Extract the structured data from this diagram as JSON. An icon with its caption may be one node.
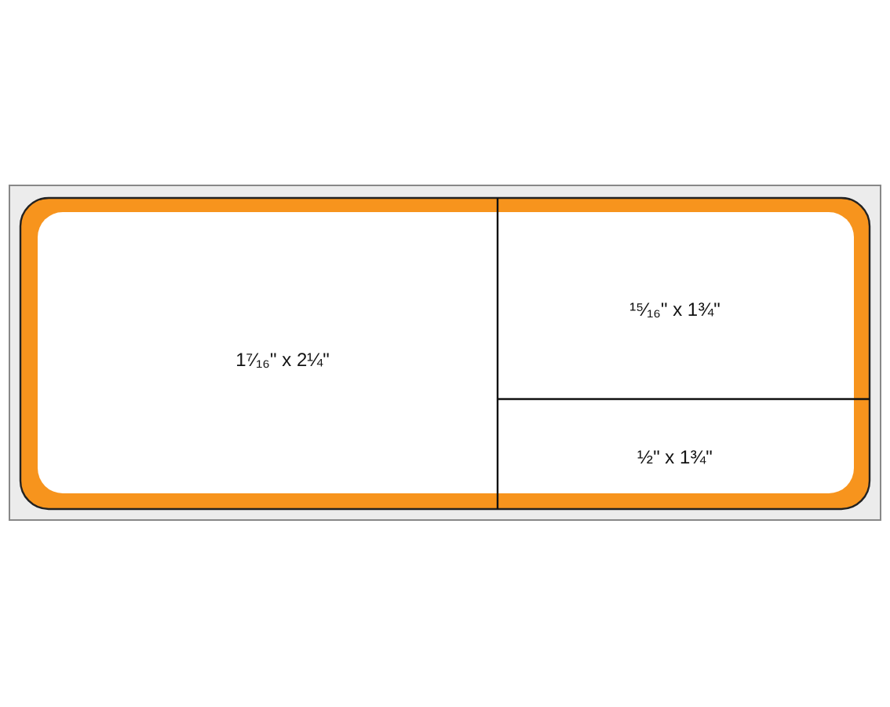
{
  "diagram": {
    "nodes": [
      {
        "text": [
          "1⁷⁄₁₆\" x 2¼\""
        ]
      },
      {
        "text": [
          "¹⁵⁄₁₆\" x 1¾\""
        ]
      },
      {
        "text": [
          "½\" x 1¾\""
        ]
      }
    ]
  }
}
